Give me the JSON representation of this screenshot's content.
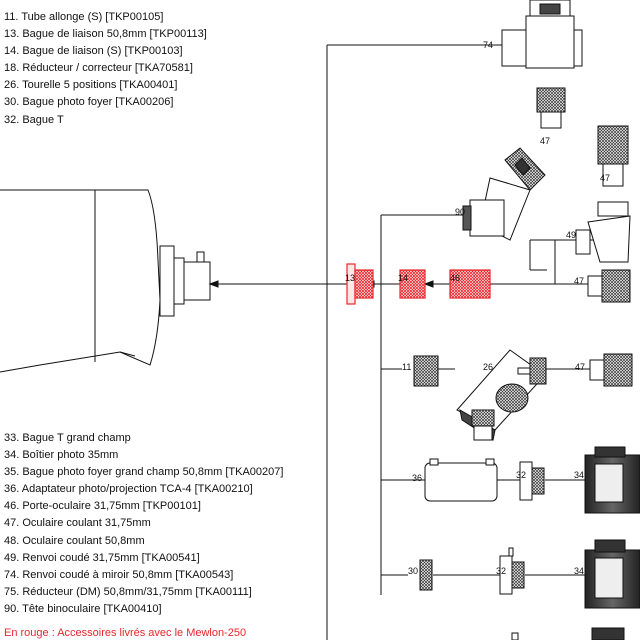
{
  "legend_top": [
    "11. Tube allonge (S) [TKP00105]",
    "13. Bague de liaison 50,8mm [TKP00113]",
    "14. Bague de liaison (S) [TKP00103]",
    "18. Réducteur / correcteur [TKA70581]",
    "26. Tourelle 5 positions [TKA00401]",
    "30. Bague photo foyer [TKA00206]",
    "32. Bague T"
  ],
  "legend_bottom": [
    "33. Bague T grand champ",
    "34. Boîtier photo 35mm",
    "35. Bague photo foyer grand champ 50,8mm [TKA00207]",
    "36. Adaptateur photo/projection TCA-4 [TKA00210]",
    "46. Porte-oculaire 31,75mm [TKP00101]",
    "47. Oculaire coulant 31,75mm",
    "48. Oculaire coulant 50,8mm",
    "49. Renvoi coudé 31,75mm [TKA00541]",
    "74. Renvoi coudé à miroir 50,8mm [TKA00543]",
    "75. Réducteur (DM) 50,8mm/31,75mm [TKA00111]",
    "90. Tête binoculaire [TKA00410]"
  ],
  "note": "En rouge : Accessoires livrés avec le Mewlon-250",
  "part_labels": {
    "p74": "74",
    "p47a": "47",
    "p47b": "47",
    "p90": "90",
    "p49": "49",
    "p47c": "47",
    "p13": "13",
    "p14": "14",
    "p46": "46",
    "p11": "11",
    "p26": "26",
    "p47d": "47",
    "p36": "36",
    "p32a": "32",
    "p34a": "34",
    "p30": "30",
    "p32b": "32",
    "p34b": "34"
  },
  "colors": {
    "accessory_red": "#e8262b",
    "line": "#111111"
  }
}
